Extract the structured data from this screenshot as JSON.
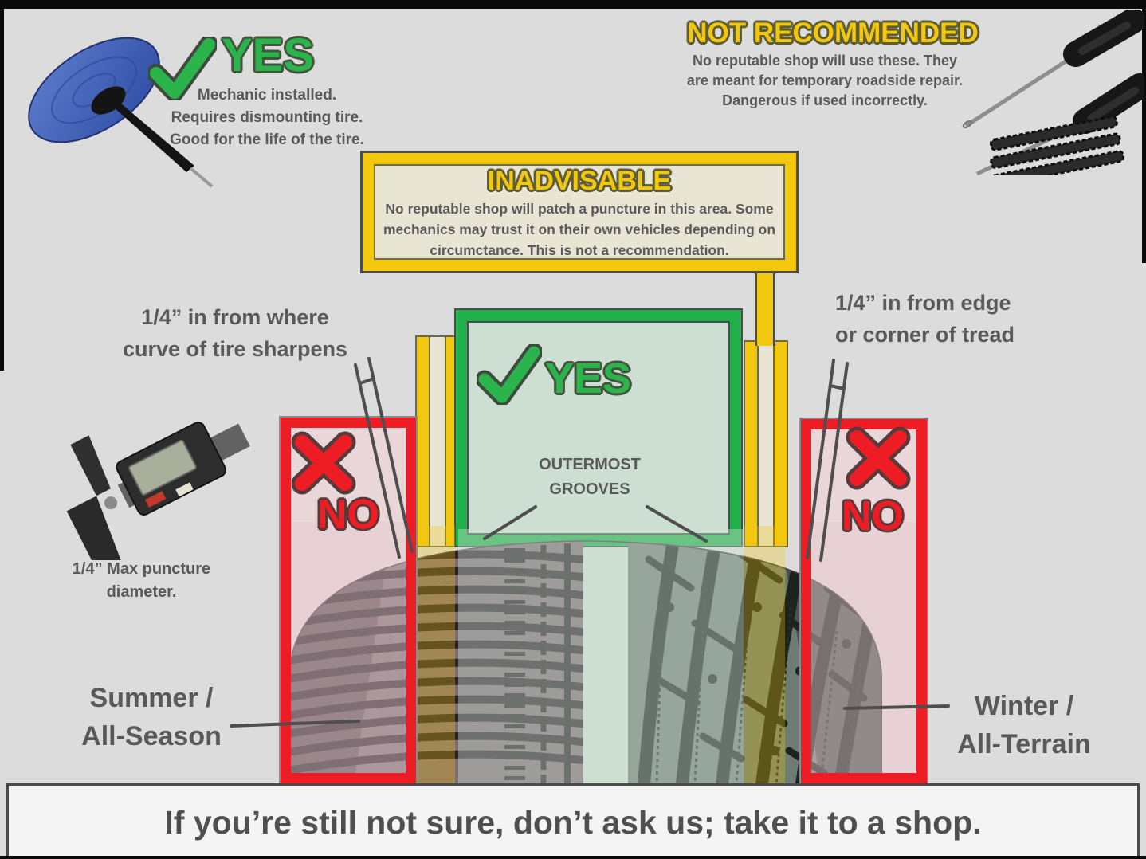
{
  "patch": {
    "verdict": "YES",
    "line1": "Mechanic installed.",
    "line2": "Requires dismounting tire.",
    "line3": "Good for the life of the tire."
  },
  "not_recommended": {
    "title": "NOT RECOMMENDED",
    "line1": "No reputable shop will use these. They",
    "line2": "are meant for temporary roadside repair.",
    "line3": "Dangerous if used incorrectly."
  },
  "inadvisable": {
    "title": "INADVISABLE",
    "line1": "No reputable shop will patch a puncture in this area. Some",
    "line2": "mechanics may trust it on their own vehicles depending on",
    "line3": "circumctance. This is not a recommendation."
  },
  "measurements": {
    "left_line1": "1/4” in from where",
    "left_line2": "curve of tire sharpens",
    "right_line1": "1/4” in from edge",
    "right_line2": "or corner of tread",
    "caliper_line1": "1/4” Max puncture",
    "caliper_line2": "diameter."
  },
  "patch_zone": {
    "verdict": "YES",
    "grooves_line1": "OUTERMOST",
    "grooves_line2": "GROOVES"
  },
  "no_zones": {
    "left": "NO",
    "right": "NO"
  },
  "tire_types": {
    "left_line1": "Summer /",
    "left_line2": "All-Season",
    "right_line1": "Winter /",
    "right_line2": "All-Terrain"
  },
  "footer": {
    "message": "If you’re still not sure, don’t ask us; take it to a shop."
  },
  "colors": {
    "yes_green": "#22b04c",
    "warn_yellow": "#f2c70d",
    "stop_red": "#ee1c25",
    "text_gray": "#595959",
    "background": "#dcdcdc"
  }
}
